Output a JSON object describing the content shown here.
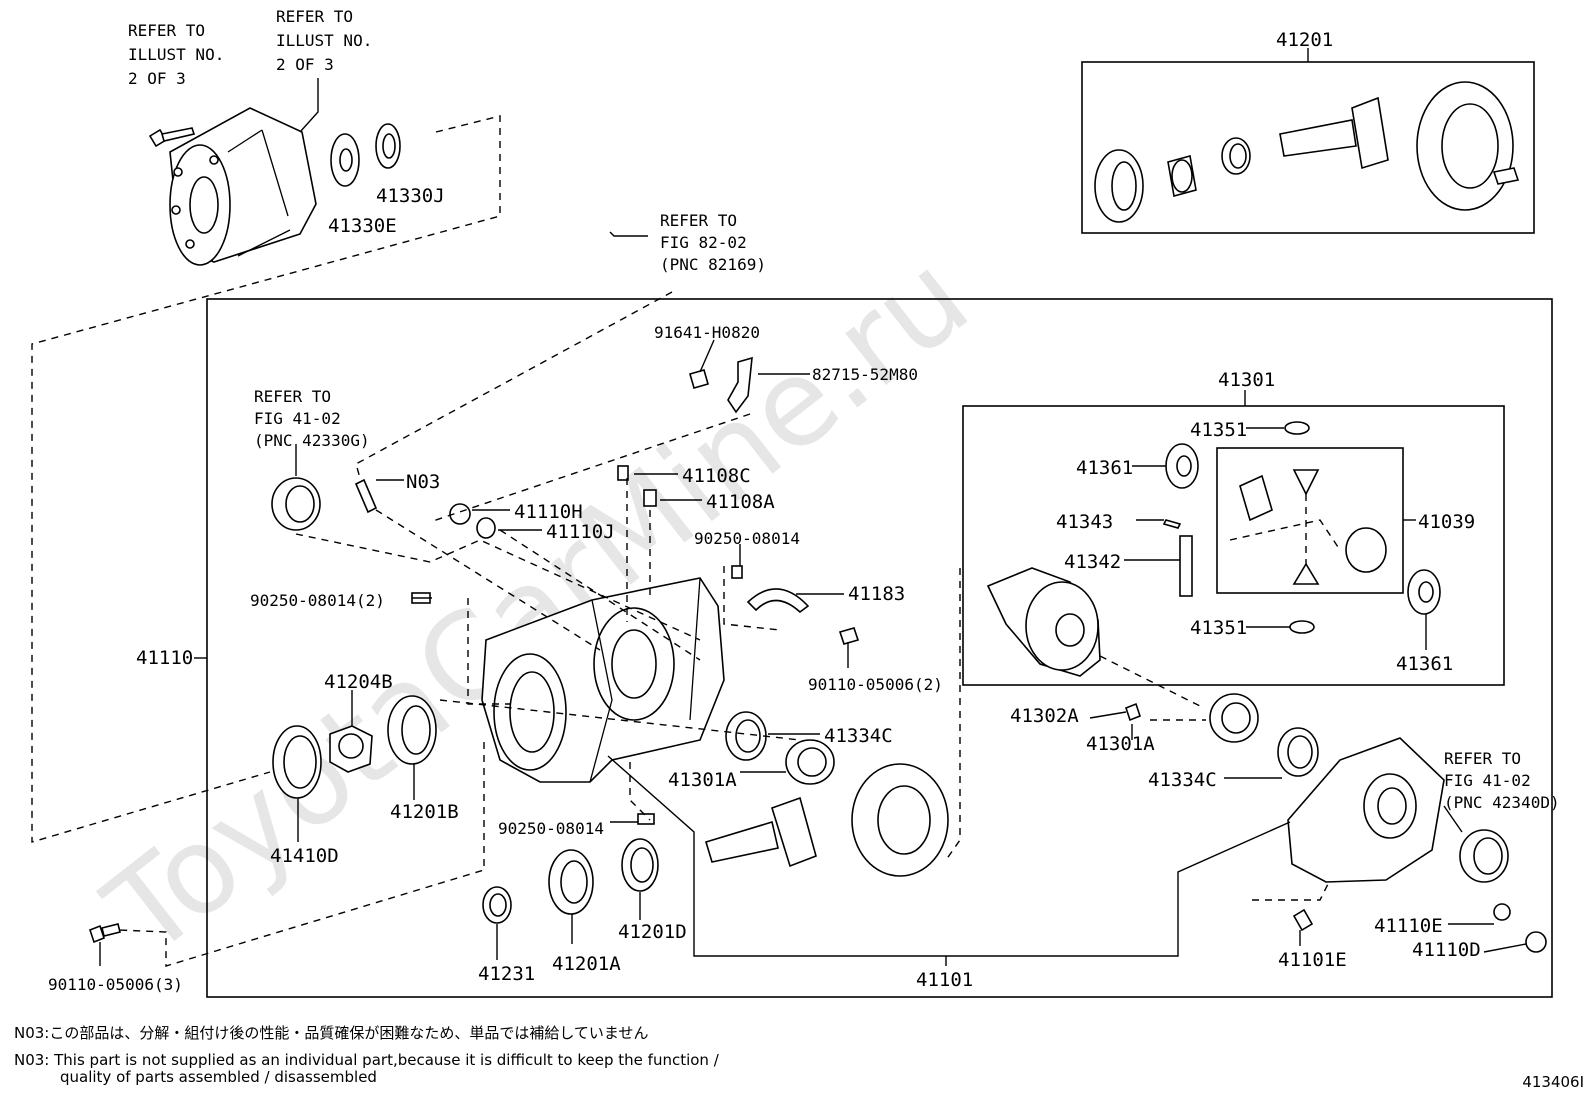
{
  "watermark": "ToyotaCarMine.ru",
  "illustration_code": "413406I",
  "notes": {
    "jp": "N03:この部品は、分解・組付け後の性能・品質確保が困難なため、単品では補給していません",
    "en_line1": "N03: This part is not supplied as an individual part,because it is difficult to keep the function /",
    "en_line2": "quality of parts assembled / disassembled"
  },
  "references": {
    "illust_a": [
      "REFER TO",
      "ILLUST NO.",
      "2 OF 3"
    ],
    "illust_b": [
      "REFER TO",
      "ILLUST NO.",
      "2 OF 3"
    ],
    "fig82": [
      "REFER TO",
      "FIG 82-02",
      "(PNC 82169)"
    ],
    "fig41_left": [
      "REFER TO",
      "FIG 41-02",
      "(PNC 42330G)"
    ],
    "fig41_right": [
      "REFER TO",
      "FIG 41-02",
      "(PNC 42340D)"
    ]
  },
  "parts": {
    "p41201": "41201",
    "p41330J": "41330J",
    "p41330E": "41330E",
    "p91641": "91641-H0820",
    "p82715": "82715-52M80",
    "pN03": "N03",
    "p41108C": "41108C",
    "p41108A": "41108A",
    "p41110H": "41110H",
    "p41110J": "41110J",
    "p90250a": "90250-08014",
    "p41183": "41183",
    "p90250b": "90250-08014(2)",
    "p41110": "41110",
    "p41204B": "41204B",
    "p90110a": "90110-05006(2)",
    "p41334Ca": "41334C",
    "p41301Aa": "41301A",
    "p41201B": "41201B",
    "p41410D": "41410D",
    "p90250c": "90250-08014",
    "p41201D": "41201D",
    "p41231": "41231",
    "p41201A": "41201A",
    "p90110b": "90110-05006(3)",
    "p41101": "41101",
    "p41301": "41301",
    "p41351a": "41351",
    "p41361a": "41361",
    "p41343": "41343",
    "p41342": "41342",
    "p41039": "41039",
    "p41351b": "41351",
    "p41361b": "41361",
    "p41302A": "41302A",
    "p41301Ab": "41301A",
    "p41334Cb": "41334C",
    "p41110E": "41110E",
    "p41110D": "41110D",
    "p41101E": "41101E"
  }
}
